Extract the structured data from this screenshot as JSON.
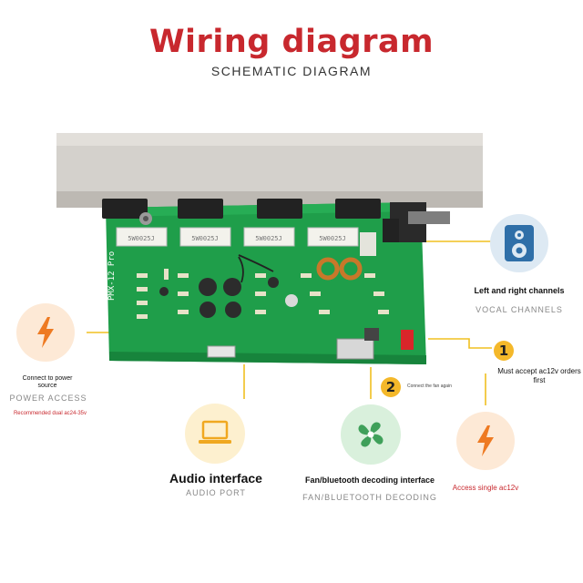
{
  "header": {
    "title": "Wiring diagram",
    "subtitle": "SCHEMATIC DIAGRAM"
  },
  "board": {
    "silkscreen_model": "PMX-12 Pro",
    "resistor_label": "5W0025J"
  },
  "callouts": {
    "vocal": {
      "title": "Left and right channels",
      "subtitle": "VOCAL CHANNELS",
      "icon": "speaker-icon"
    },
    "power": {
      "title": "Connect to power source",
      "subtitle": "POWER ACCESS",
      "note": "Recommended dual ac24-35v",
      "icon": "lightning-icon"
    },
    "audio": {
      "title": "Audio interface",
      "subtitle": "AUDIO PORT",
      "icon": "laptop-icon"
    },
    "fan": {
      "title": "Fan/bluetooth decoding interface",
      "subtitle": "FAN/BLUETOOTH DECODING",
      "icon": "fan-icon",
      "step_number": "2",
      "step_note": "Connect the fan again"
    },
    "ac12v": {
      "step_number": "1",
      "step_text": "Must accept ac12v orders first",
      "note": "Access single ac12v",
      "icon": "lightning-icon"
    }
  },
  "colors": {
    "accent_red": "#c8282e",
    "line_yellow": "#f0c020",
    "board_green": "#1f9e4a",
    "heatsink": "#d4d1cc"
  }
}
